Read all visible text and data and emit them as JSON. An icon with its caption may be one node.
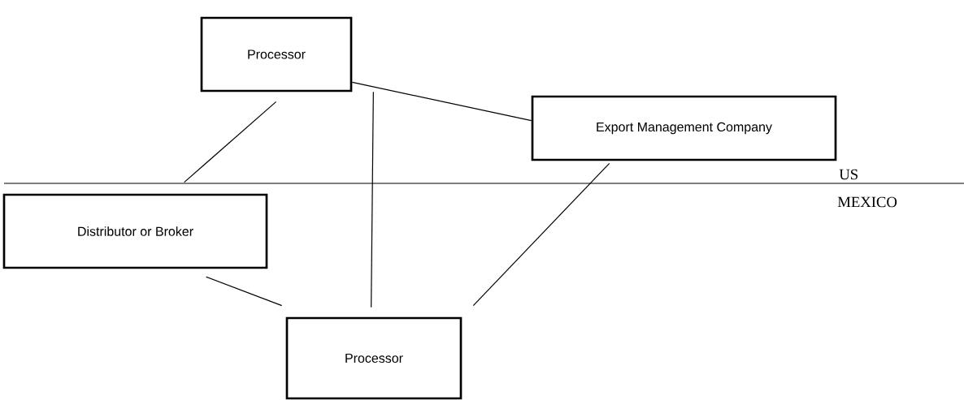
{
  "diagram": {
    "nodes": [
      {
        "text": [
          "Processor"
        ]
      },
      {
        "text": [
          "Export Management Company"
        ]
      },
      {
        "text": [
          "Distributor or Broker"
        ]
      },
      {
        "text": [
          "Processor"
        ]
      }
    ],
    "edges": [
      {
        "from": 0,
        "to": 2,
        "arrow": "none"
      },
      {
        "from": 0,
        "to": 3,
        "arrow": "none"
      },
      {
        "from": 0,
        "to": 1,
        "arrow": "none"
      },
      {
        "from": 1,
        "to": 3,
        "arrow": "none"
      },
      {
        "from": 2,
        "to": 3,
        "arrow": "none"
      }
    ],
    "labels": [
      "US",
      "MEXICO"
    ]
  }
}
